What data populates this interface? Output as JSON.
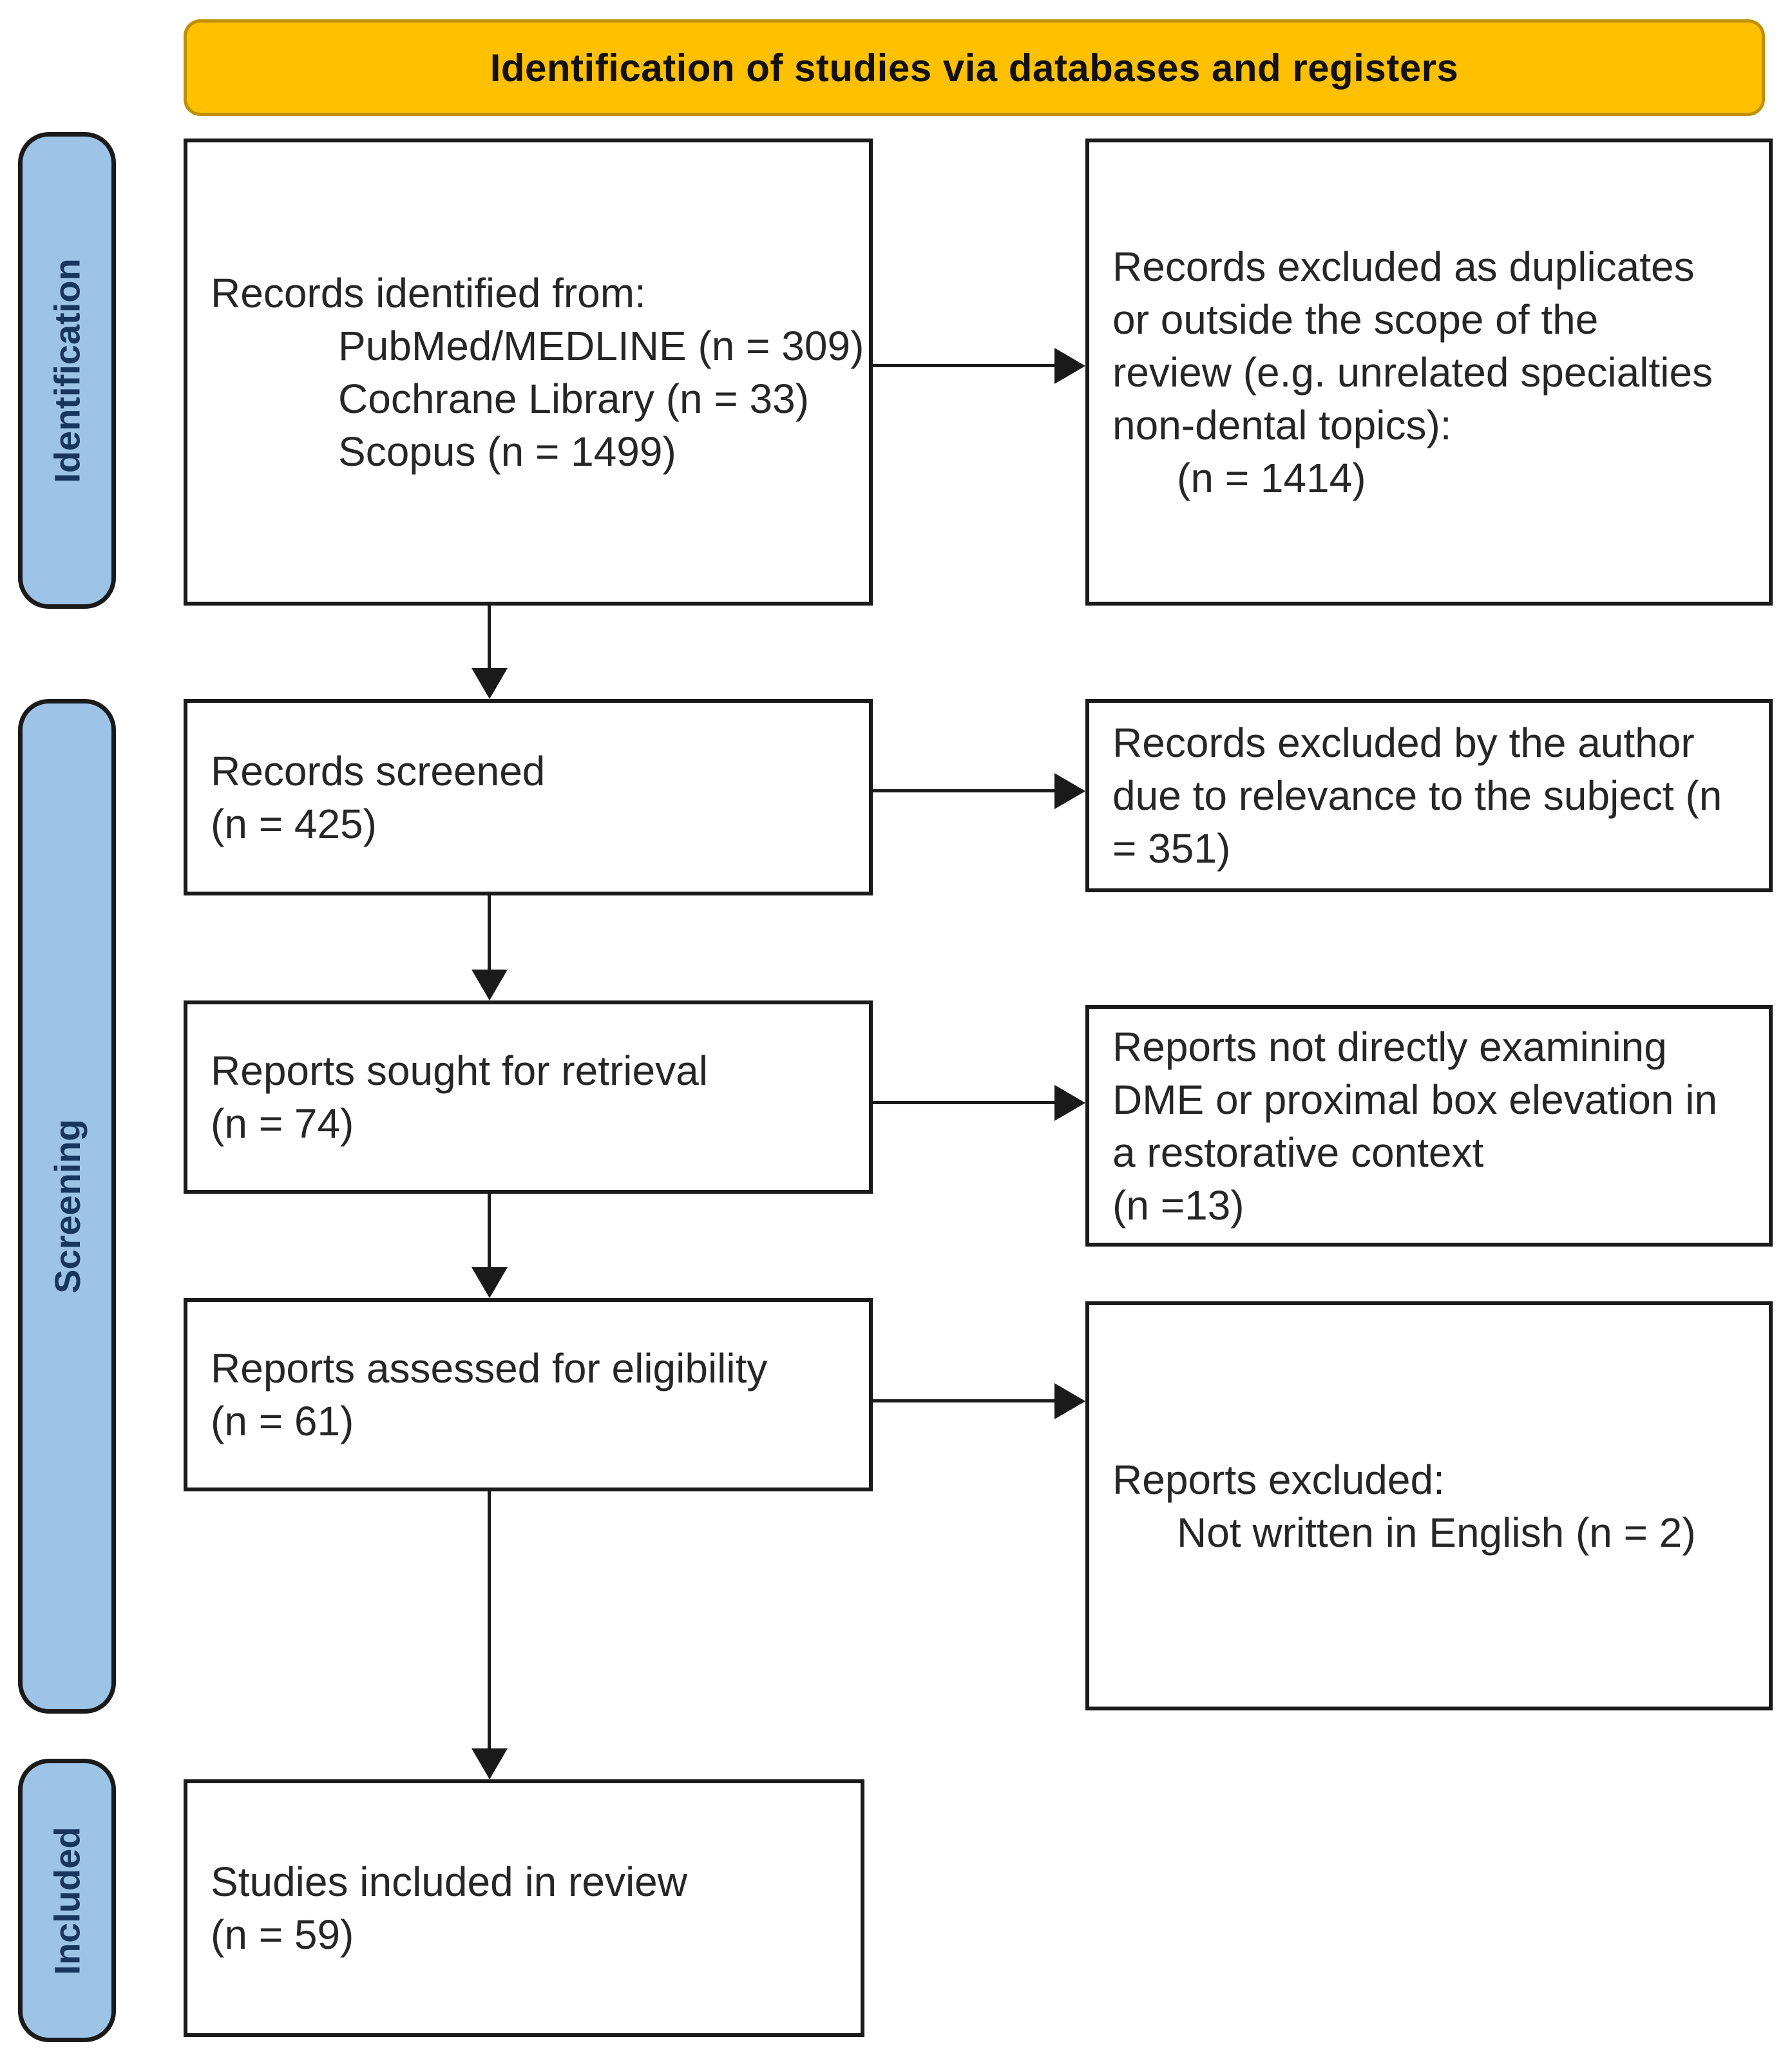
{
  "banner": {
    "title": "Identification of studies via databases and registers"
  },
  "stages": [
    {
      "label": "Identification"
    },
    {
      "label": "Screening"
    },
    {
      "label": "Included"
    }
  ],
  "boxes": [
    {
      "id": "records-identified",
      "lines": [
        {
          "t": "Records identified from:"
        },
        {
          "t": "PubMed/MEDLINE (n = 309)",
          "indent": "lg"
        },
        {
          "t": "Cochrane Library (n = 33)",
          "indent": "lg"
        },
        {
          "t": "Scopus (n = 1499)",
          "indent": "lg"
        }
      ]
    },
    {
      "id": "records-excluded-scope",
      "lines": [
        {
          "t": "Records excluded as duplicates"
        },
        {
          "t": "or outside the scope of the"
        },
        {
          "t": "review (e.g. unrelated specialties"
        },
        {
          "t": "non-dental topics):"
        },
        {
          "t": "(n = 1414)",
          "indent": "md"
        }
      ]
    },
    {
      "id": "records-screened",
      "lines": [
        {
          "t": "Records screened"
        },
        {
          "t": "(n = 425)"
        }
      ]
    },
    {
      "id": "records-excluded-author",
      "lines": [
        {
          "t": "Records excluded by the author"
        },
        {
          "t": "due to relevance to the subject (n"
        },
        {
          "t": "= 351)"
        }
      ]
    },
    {
      "id": "reports-sought",
      "lines": [
        {
          "t": "Reports sought for retrieval"
        },
        {
          "t": "(n = 74)"
        }
      ]
    },
    {
      "id": "reports-not-examining",
      "lines": [
        {
          "t": "Reports not directly examining"
        },
        {
          "t": "DME or proximal box elevation in"
        },
        {
          "t": "a restorative context"
        },
        {
          "t": "(n =13)"
        }
      ]
    },
    {
      "id": "reports-assessed",
      "lines": [
        {
          "t": "Reports assessed for eligibility"
        },
        {
          "t": "(n = 61)"
        }
      ]
    },
    {
      "id": "reports-excluded",
      "lines": [
        {
          "t": "Reports excluded:"
        },
        {
          "t": "Not written in English (n = 2)",
          "indent": "md"
        }
      ]
    },
    {
      "id": "studies-included",
      "lines": [
        {
          "t": "Studies included in review"
        },
        {
          "t": "(n = 59)"
        }
      ]
    }
  ],
  "colors": {
    "banner_fill": "#FFC000",
    "banner_border": "#BF9000",
    "banner_text": "#111111",
    "stage_fill": "#9DC3E6",
    "stage_text": "#17365D",
    "box_border": "#1A1A1A",
    "box_text": "#262626",
    "arrow": "#1A1A1A"
  }
}
